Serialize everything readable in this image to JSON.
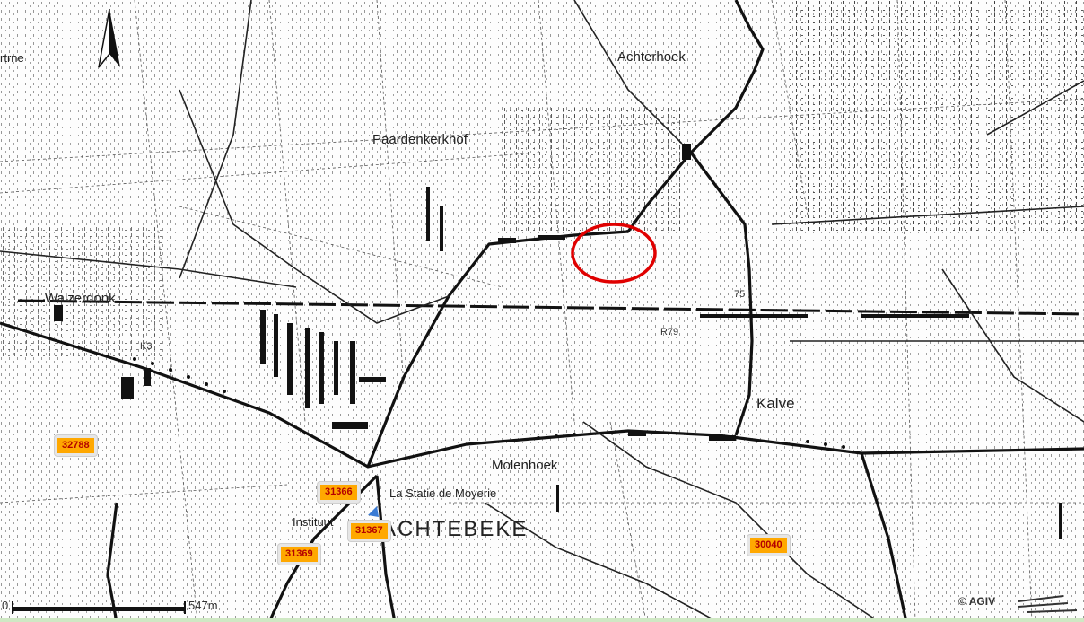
{
  "places": {
    "achterhoek": "Achterhoek",
    "paardenkerkhof": "Paardenkerkhof",
    "walzerdonk": "Walzerdonk",
    "kalve": "Kalve",
    "molenhoek": "Molenhoek",
    "achtebeke": "ACHTEBEKE",
    "statie": "La Statie de Moyerie",
    "instituut": "Instituut",
    "top_left": "rtrne"
  },
  "roads": {
    "r1": "R79",
    "r2": "K3",
    "r3": "75"
  },
  "markers": [
    {
      "id": "32788"
    },
    {
      "id": "31366"
    },
    {
      "id": "31367"
    },
    {
      "id": "31369"
    },
    {
      "id": "30040"
    }
  ],
  "scale": {
    "left_label": "0",
    "right_label": "547m"
  },
  "copyright": "© AGIV",
  "colors": {
    "marker_fill": "#ffa800",
    "marker_text": "#b40000",
    "highlight_circle": "#e00000",
    "map_ink": "#111111"
  }
}
